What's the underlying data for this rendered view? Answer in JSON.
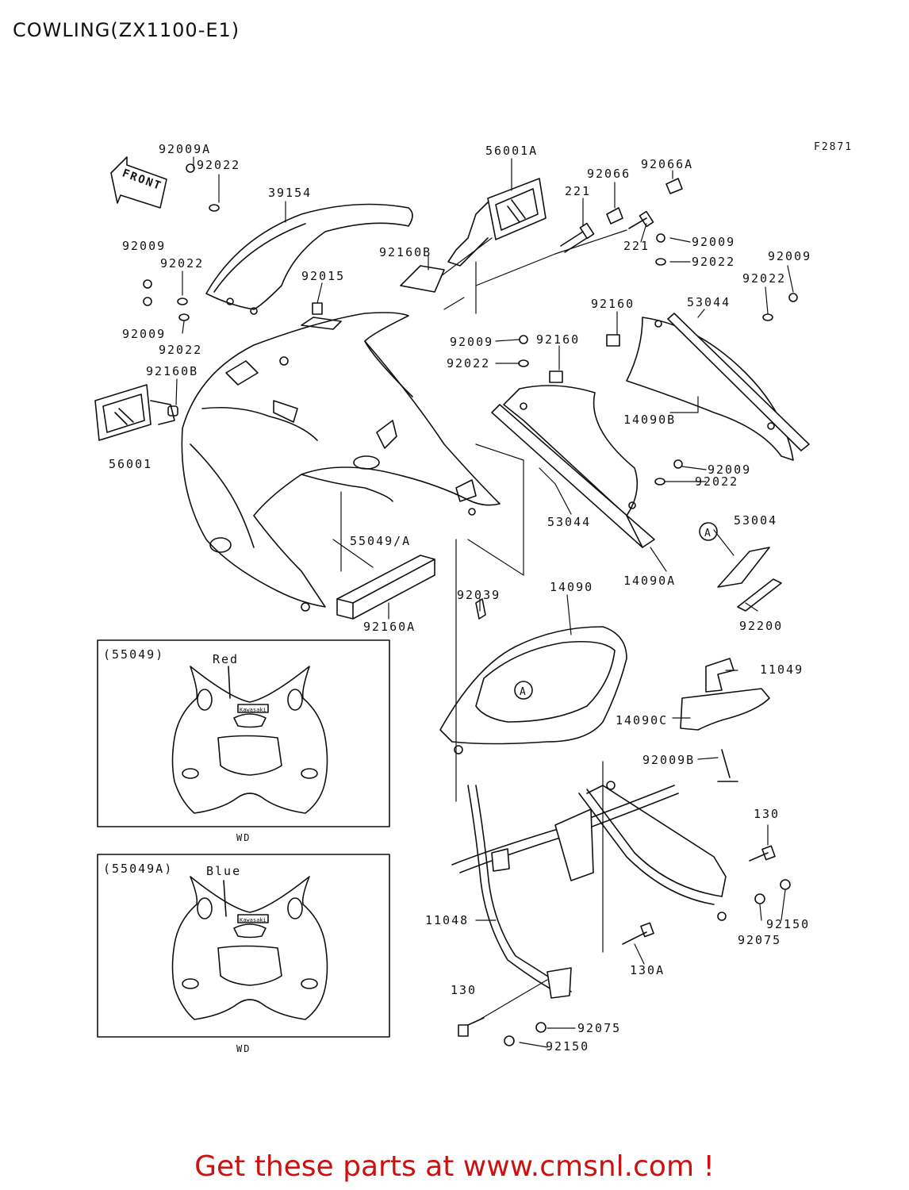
{
  "header": {
    "title": "COWLING(ZX1100-E1)",
    "figure_code": "F2871"
  },
  "front_label": "FRONT",
  "callouts": [
    {
      "id": "c1",
      "text": "92009A"
    },
    {
      "id": "c2",
      "text": "92022"
    },
    {
      "id": "c3",
      "text": "39154"
    },
    {
      "id": "c4",
      "text": "92009"
    },
    {
      "id": "c5",
      "text": "92022"
    },
    {
      "id": "c6",
      "text": "92015"
    },
    {
      "id": "c7",
      "text": "92009"
    },
    {
      "id": "c8",
      "text": "92022"
    },
    {
      "id": "c9",
      "text": "92160B"
    },
    {
      "id": "c10",
      "text": "56001"
    },
    {
      "id": "c11",
      "text": "56001A"
    },
    {
      "id": "c12",
      "text": "92066"
    },
    {
      "id": "c13",
      "text": "92066A"
    },
    {
      "id": "c14",
      "text": "221"
    },
    {
      "id": "c15",
      "text": "221"
    },
    {
      "id": "c16",
      "text": "92160B"
    },
    {
      "id": "c17",
      "text": "92009"
    },
    {
      "id": "c18",
      "text": "92022"
    },
    {
      "id": "c19",
      "text": "92009"
    },
    {
      "id": "c20",
      "text": "92022"
    },
    {
      "id": "c21",
      "text": "92160"
    },
    {
      "id": "c22",
      "text": "53044"
    },
    {
      "id": "c23",
      "text": "92009"
    },
    {
      "id": "c24",
      "text": "92160"
    },
    {
      "id": "c25",
      "text": "92022"
    },
    {
      "id": "c26",
      "text": "14090B"
    },
    {
      "id": "c27",
      "text": "92009"
    },
    {
      "id": "c28",
      "text": "92022"
    },
    {
      "id": "c29",
      "text": "55049/A"
    },
    {
      "id": "c30",
      "text": "53044"
    },
    {
      "id": "c31",
      "text": "53004"
    },
    {
      "id": "c32",
      "text": "14090A"
    },
    {
      "id": "c33",
      "text": "92160A"
    },
    {
      "id": "c34",
      "text": "92039"
    },
    {
      "id": "c35",
      "text": "14090"
    },
    {
      "id": "c36",
      "text": "92200"
    },
    {
      "id": "c37",
      "text": "11049"
    },
    {
      "id": "c38",
      "text": "14090C"
    },
    {
      "id": "c39",
      "text": "92009B"
    },
    {
      "id": "c40",
      "text": "130"
    },
    {
      "id": "c41",
      "text": "11048"
    },
    {
      "id": "c42",
      "text": "92150"
    },
    {
      "id": "c43",
      "text": "92075"
    },
    {
      "id": "c44",
      "text": "130A"
    },
    {
      "id": "c45",
      "text": "130"
    },
    {
      "id": "c46",
      "text": "92075"
    },
    {
      "id": "c47",
      "text": "92150"
    }
  ],
  "ref_markers": [
    "A",
    "A"
  ],
  "variant_boxes": [
    {
      "code": "(55049)",
      "color": "Red",
      "brand": "Kawasaki",
      "footer": "WD"
    },
    {
      "code": "(55049A)",
      "color": "Blue",
      "brand": "Kawasaki",
      "footer": "WD"
    }
  ],
  "footer": {
    "text": "Get these parts at www.cmsnl.com !"
  }
}
